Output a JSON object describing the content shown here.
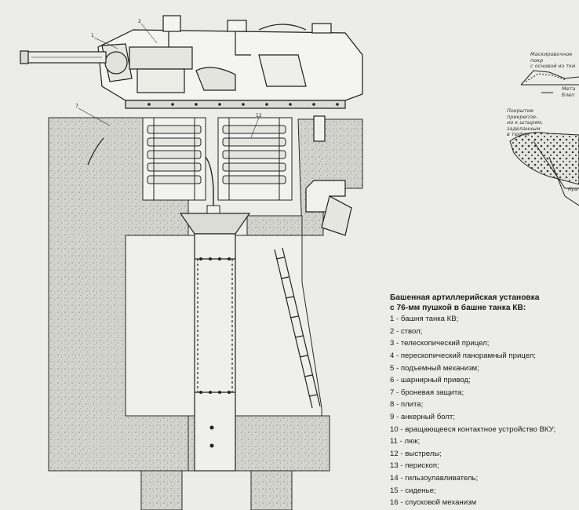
{
  "legend": {
    "title_line1": "Башенная артиллерийская установка",
    "title_line2": "с 76-мм пушкой в башне танка КВ:",
    "items": [
      "1 - башня танка КВ;",
      "2 - ствол;",
      "3 - телескопический прицел;",
      "4 - перескопический панорамный прицел;",
      "5 - подъемный механизм;",
      "6 - шарнирный привод;",
      "7 - броневая защита;",
      "8 - плита;",
      "9 - анкерный болт;",
      "10 - вращающееся контактное устройство ВКУ;",
      "11 - люк;",
      "12 - выстрелы;",
      "13 - перископ;",
      "14 - гильзоулавливатель;",
      "15 - сиденье;",
      "16 - спусковой механизм"
    ]
  },
  "side_notes": {
    "note1_line1": "Маскировочное покр",
    "note1_line2": "с основой из тки",
    "note2_line1": "Мета",
    "note2_line2": "блеп",
    "note3_line1": "Покрытие",
    "note3_line2": "прикрепле-",
    "note3_line3": "но к штырям,",
    "note3_line4": "заделанным",
    "note3_line5": "в тюфяк",
    "note4": "Кра"
  },
  "colors": {
    "background": "#ecece8",
    "ink": "#1e1e1e",
    "concrete": "#cfcfca",
    "concrete_dots": "#9a9a95"
  }
}
